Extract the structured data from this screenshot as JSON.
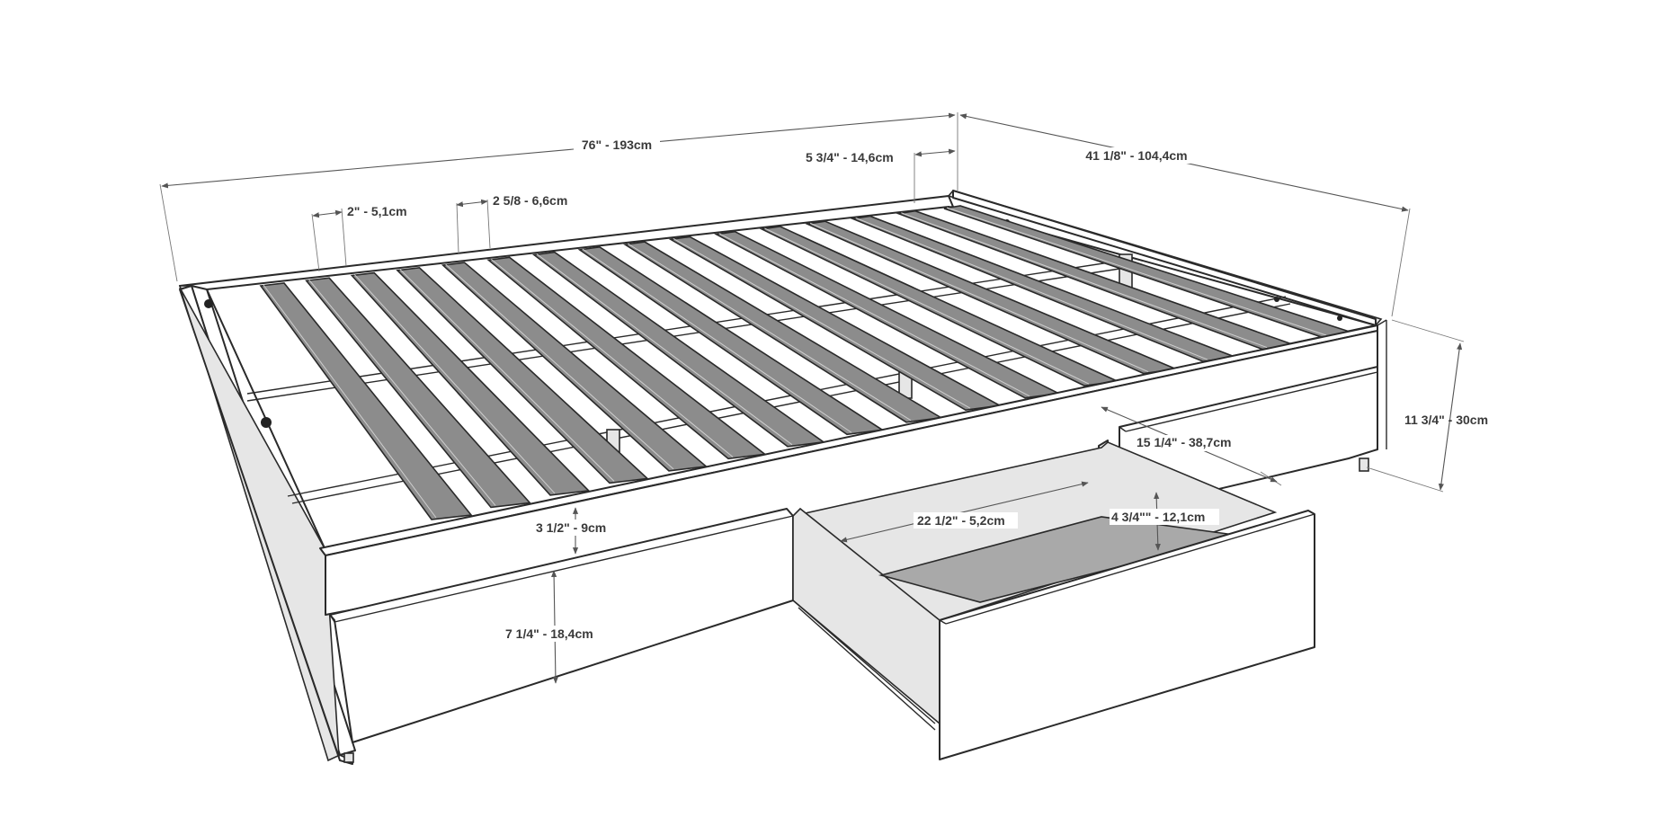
{
  "dimensions": {
    "overall_length": "76\" - 193cm",
    "overall_width": "41 1/8\" - 104,4cm",
    "overall_height": "11 3/4\" - 30cm",
    "headboard_gap": "5 3/4\" - 14,6cm",
    "slat_width": "2\" - 5,1cm",
    "slat_spacing": "2 5/8 - 6,6cm",
    "frame_height": "3 1/2\" - 9cm",
    "drawer_front_height": "7 1/4\" - 18,4cm",
    "drawer_width": "15 1/4\" - 38,7cm",
    "drawer_depth": "22 1/2\" - 5,2cm",
    "drawer_inner_height": "4 3/4\"\" - 12,1cm"
  },
  "colors": {
    "line": "#2a2a2a",
    "slat": "#8c8c8c",
    "dimension": "#555555",
    "text": "#3a3a3a"
  }
}
